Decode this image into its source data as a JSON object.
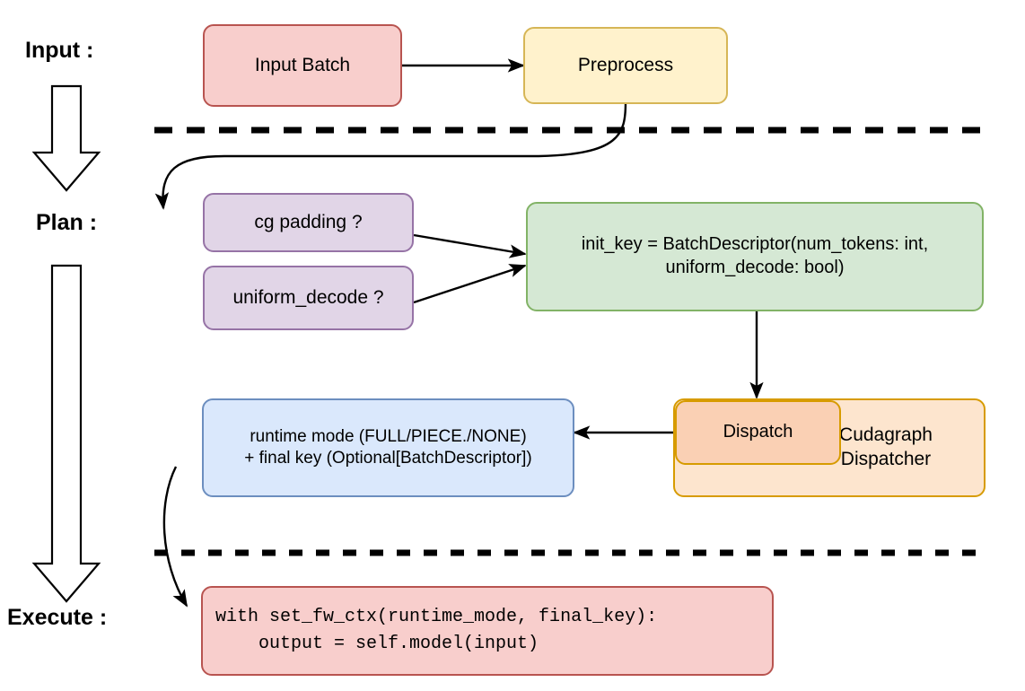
{
  "diagram": {
    "title": "vLLM cudagraph dispatch pipeline",
    "background": "#ffffff"
  },
  "stages": [
    {
      "id": "input",
      "label": "Input :"
    },
    {
      "id": "plan",
      "label": "Plan :"
    },
    {
      "id": "execute",
      "label": "Execute :"
    }
  ],
  "nodes": {
    "input_batch": {
      "label": "Input Batch",
      "fill": "#f8cecc",
      "stroke": "#b85450"
    },
    "preprocess": {
      "label": "Preprocess",
      "fill": "#fff2cc",
      "stroke": "#d6b656"
    },
    "cg_padding": {
      "label": "cg padding ?",
      "fill": "#e1d5e7",
      "stroke": "#9673a6"
    },
    "uniform_decode": {
      "label": "uniform_decode ?",
      "fill": "#e1d5e7",
      "stroke": "#9673a6"
    },
    "init_key": {
      "label": "init_key = BatchDescriptor(num_tokens: int,\nuniform_decode: bool)",
      "fill": "#d5e8d4",
      "stroke": "#82b366"
    },
    "dispatcher": {
      "label": "Cudagraph\nDispatcher",
      "fill": "#fde5ce",
      "stroke": "#d79b00"
    },
    "dispatch": {
      "label": "Dispatch",
      "fill": "#fad0b4",
      "stroke": "#d79b00"
    },
    "runtime_mode": {
      "label": "runtime mode (FULL/PIECE./NONE)\n+ final key (Optional[BatchDescriptor])",
      "fill": "#dae8fc",
      "stroke": "#6c8ebf"
    },
    "exec_code": {
      "label": "with set_fw_ctx(runtime_mode, final_key):\n    output = self.model(input)",
      "fill": "#f8cecc",
      "stroke": "#b85450"
    }
  },
  "separators": [
    {
      "id": "input-plan-divider",
      "style": "dashed"
    },
    {
      "id": "plan-execute-divider",
      "style": "dashed"
    }
  ],
  "edges": [
    {
      "id": "input-batch-to-preprocess",
      "from": "input_batch",
      "to": "preprocess",
      "kind": "straight-arrow"
    },
    {
      "id": "preprocess-to-cg-padding",
      "from": "preprocess",
      "to": "cg_padding",
      "kind": "curved-arrow"
    },
    {
      "id": "cg-padding-to-init-key",
      "from": "cg_padding",
      "to": "init_key",
      "kind": "straight-arrow"
    },
    {
      "id": "uniform-decode-to-init-key",
      "from": "uniform_decode",
      "to": "init_key",
      "kind": "straight-arrow"
    },
    {
      "id": "init-key-to-dispatch",
      "from": "init_key",
      "to": "dispatch",
      "kind": "straight-arrow"
    },
    {
      "id": "dispatch-to-runtime-mode",
      "from": "dispatch",
      "to": "runtime_mode",
      "kind": "straight-arrow"
    },
    {
      "id": "runtime-mode-to-exec-code",
      "from": "runtime_mode",
      "to": "exec_code",
      "kind": "curved-arrow"
    }
  ],
  "stage_arrows": [
    {
      "id": "input-to-plan-block-arrow",
      "direction": "down"
    },
    {
      "id": "plan-to-execute-block-arrow",
      "direction": "down"
    }
  ]
}
